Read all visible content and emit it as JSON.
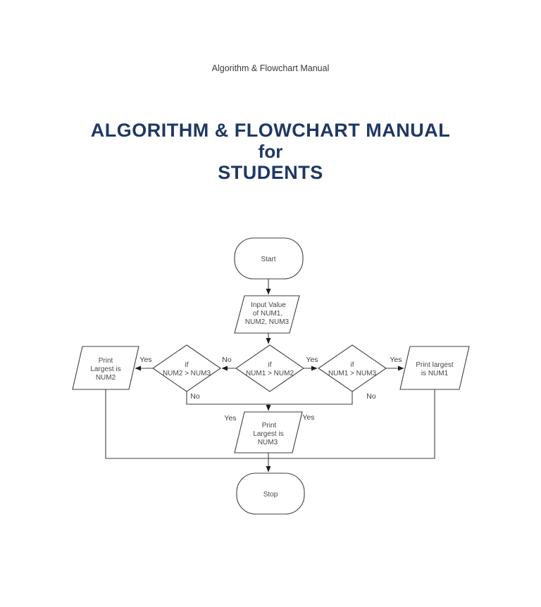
{
  "header": {
    "text": "Algorithm & Flowchart Manual"
  },
  "title": {
    "line1": "ALGORITHM & FLOWCHART MANUAL",
    "line2": "for",
    "line3": "STUDENTS",
    "color": "#1f3864"
  },
  "flowchart": {
    "line_color": "#3f3f3f",
    "text_color": "#474747",
    "nodes": {
      "start": {
        "type": "terminator",
        "label": "Start"
      },
      "input": {
        "type": "parallelogram",
        "line1": "Input Value",
        "line2": "of NUM1,",
        "line3": "NUM2, NUM3"
      },
      "decision_center": {
        "type": "decision",
        "line1": "if",
        "line2": "NUM1 > NUM2"
      },
      "decision_left": {
        "type": "decision",
        "line1": "if",
        "line2": "NUM2 > NUM3"
      },
      "decision_right": {
        "type": "decision",
        "line1": "if",
        "line2": "NUM1 > NUM3"
      },
      "print_num2": {
        "type": "parallelogram",
        "line1": "Print",
        "line2": "Largest is",
        "line3": "NUM2"
      },
      "print_num1": {
        "type": "parallelogram",
        "line1": "Print largest",
        "line2": "is NUM1"
      },
      "print_num3": {
        "type": "parallelogram",
        "line1": "Print",
        "line2": "Largest is",
        "line3": "NUM3"
      },
      "stop": {
        "type": "terminator",
        "label": "Stop"
      }
    },
    "labels": {
      "yes_to_num2": "Yes",
      "no_center_to_left": "No",
      "yes_center_to_right": "Yes",
      "yes_to_num1": "Yes",
      "no_left_down": "No",
      "no_right_down": "No",
      "yes_num3_left": "Yes",
      "yes_num3_right": "Yes"
    }
  }
}
